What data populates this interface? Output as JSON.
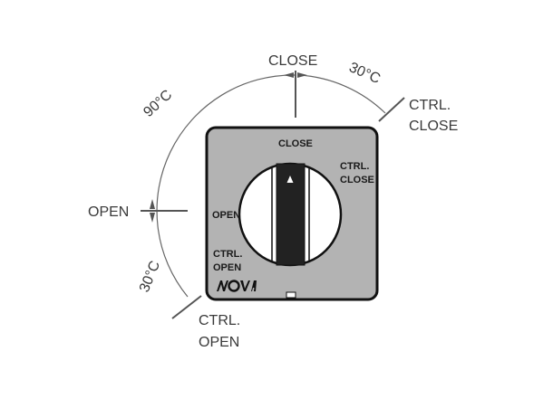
{
  "external_labels": {
    "close": "CLOSE",
    "angle_top_right": "30°C",
    "ctrl_close_line1": "CTRL.",
    "ctrl_close_line2": "CLOSE",
    "angle_top_left": "90°C",
    "open": "OPEN",
    "angle_bottom_left": "30°C",
    "ctrl_open_line1": "CTRL.",
    "ctrl_open_line2": "OPEN"
  },
  "plate_labels": {
    "close": "CLOSE",
    "ctrl_close_line1": "CTRL.",
    "ctrl_close_line2": "CLOSE",
    "open": "OPEN",
    "ctrl_open_line1": "CTRL.",
    "ctrl_open_line2": "OPEN",
    "brand": "NOVA"
  },
  "colors": {
    "plate": "#b3b3b3",
    "knob": "#ffffff",
    "handle": "#222222",
    "line": "#555555"
  }
}
